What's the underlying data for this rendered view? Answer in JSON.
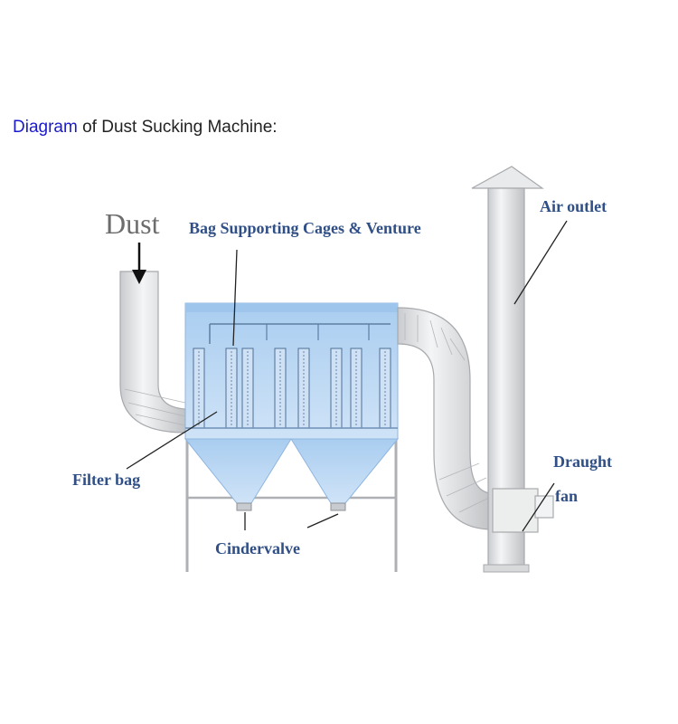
{
  "heading": {
    "link_text": "Diagram",
    "connector": "of",
    "rest": "Dust Sucking Machine:"
  },
  "labels": {
    "dust": "Dust",
    "bag_cages": "Bag Supporting Cages & Venture",
    "air_outlet": "Air outlet",
    "filter_bag": "Filter bag",
    "draught": "Draught",
    "fan": "fan",
    "cindervalve": "Cindervalve"
  },
  "colors": {
    "link": "#1a1acc",
    "label": "#2f4f86",
    "pipe": "#e2e4e6",
    "pipe_stroke": "#a7a9ac",
    "hopper_blue": "#b9d7f3",
    "dust_label": "#6d6d6d"
  }
}
